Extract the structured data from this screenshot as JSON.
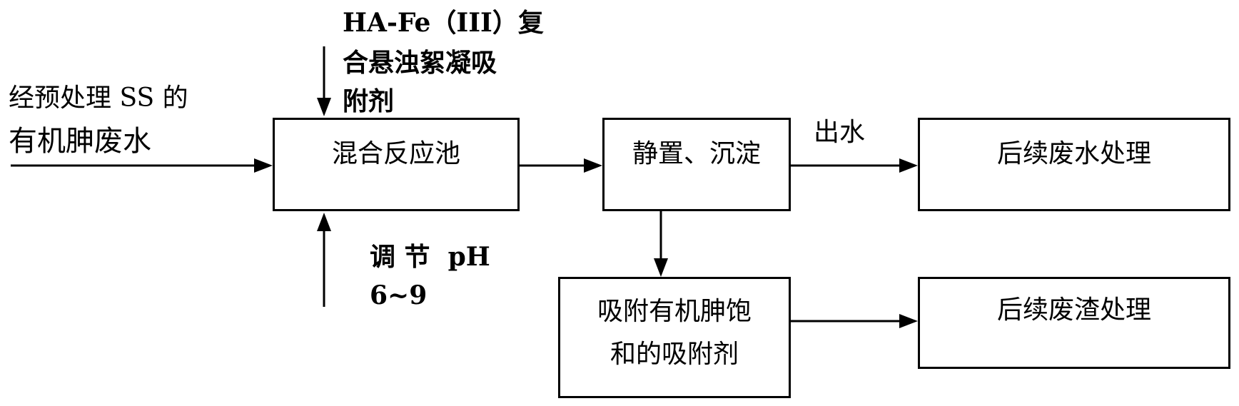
{
  "input": {
    "line1": "经预处理 SS 的",
    "line2": "有机胂废水"
  },
  "reagent": {
    "line1": "HA-Fe（III）复",
    "line2": "合悬浊絮凝吸",
    "line3": "附剂"
  },
  "ph": {
    "line1": "调 节  pH",
    "line2": "6~9"
  },
  "boxes": {
    "mix": "混合反应池",
    "settle": "静置、沉淀",
    "wastewater": "后续废水处理",
    "saturated_line1": "吸附有机胂饱",
    "saturated_line2": "和的吸附剂",
    "residue": "后续废渣处理"
  },
  "effluent_label": "出水",
  "colors": {
    "line": "#000000",
    "background": "#ffffff"
  }
}
